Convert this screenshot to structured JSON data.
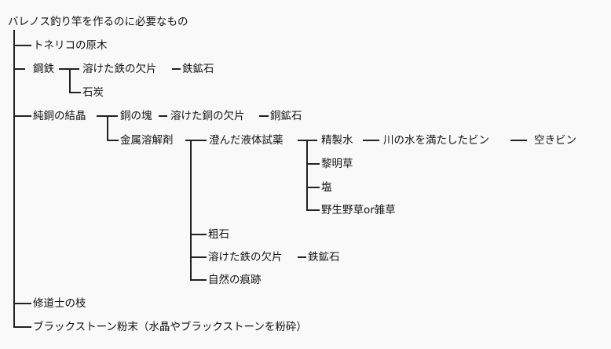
{
  "title": "バレノス釣り竿を作るのに必要なもの",
  "nodes": {
    "ash_wood": "トネリコの原木",
    "steel": "鋼鉄",
    "molten_iron_shard": "溶けた鉄の欠片",
    "iron_ore": "鉄鉱石",
    "coal": "石炭",
    "pure_copper_crystal": "純銅の結晶",
    "copper_lump": "銅の塊",
    "molten_copper_shard": "溶けた銅の欠片",
    "copper_ore": "銅鉱石",
    "metal_solvent": "金属溶解剤",
    "clear_liquid_reagent": "澄んだ液体試薬",
    "purified_water": "精製水",
    "bottle_of_river_water": "川の水を満たしたビン",
    "empty_bottle": "空きビン",
    "daybreak_grass": "黎明草",
    "salt": "塩",
    "wild_grass": "野生野草or雑草",
    "rough_stone": "粗石",
    "molten_iron_shard_2": "溶けた鉄の欠片",
    "iron_ore_2": "鉄鉱石",
    "trace_of_nature": "自然の痕跡",
    "monk_branch": "修道士の枝",
    "blackstone_powder": "ブラックストーン粉末（水晶やブラックストーンを粉砕）"
  }
}
